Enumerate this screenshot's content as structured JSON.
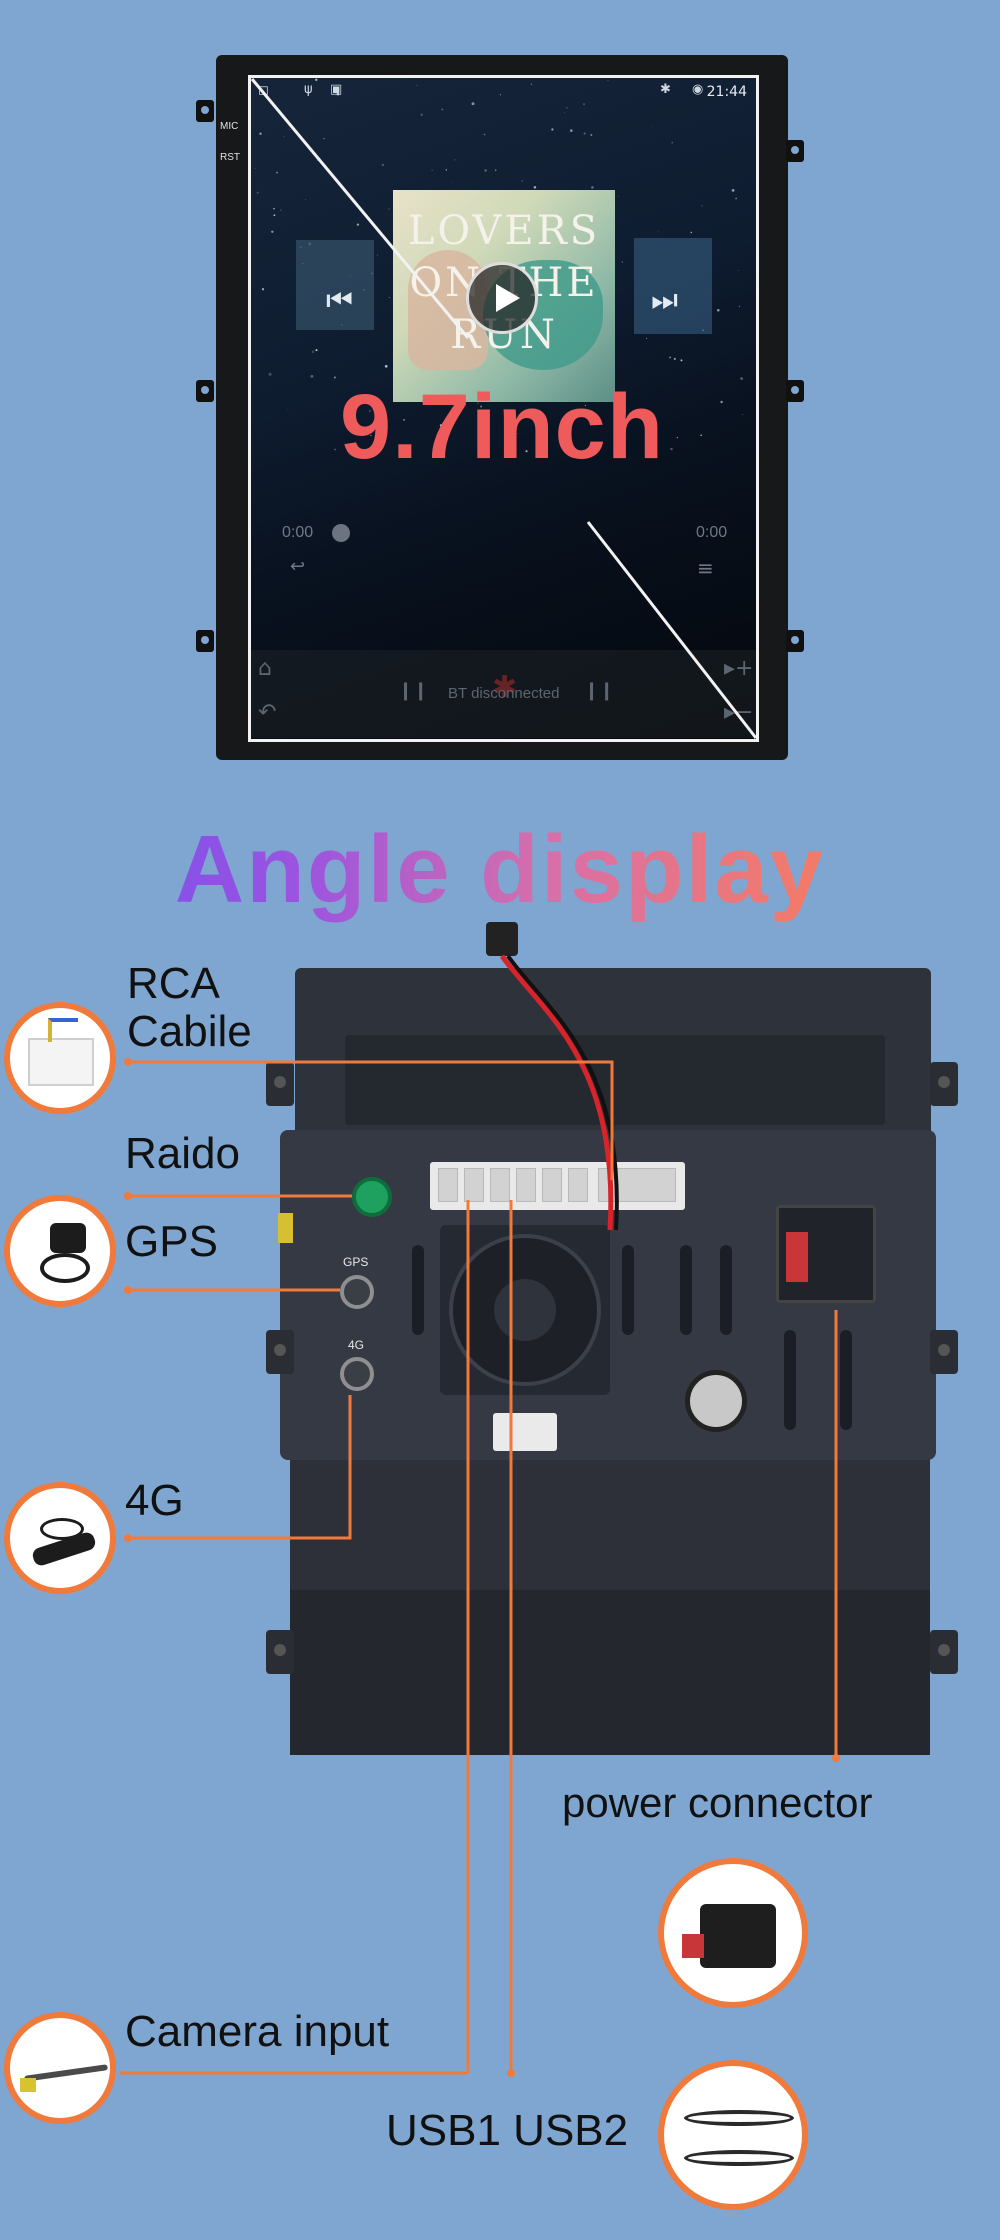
{
  "status_bar": {
    "time": "21:44"
  },
  "side_labels": {
    "mic": "MIC",
    "rst": "RST"
  },
  "player": {
    "album_lines": [
      "LOVERS",
      "ON THE",
      "RUN"
    ],
    "elapsed": "0:00",
    "duration": "0:00",
    "bt_status": "BT disconnected"
  },
  "screen_size_label": "9.7inch",
  "heading": "Angle display",
  "port_labels": {
    "gps": "GPS",
    "four_g": "4G"
  },
  "callouts": {
    "rca": [
      "RCA",
      "Cabile"
    ],
    "radio": "Raido",
    "gps": "GPS",
    "four_g": "4G",
    "power": "power connector",
    "camera": "Camera input",
    "usb": "USB1 USB2"
  },
  "colors": {
    "background": "#7fa6d1",
    "callout_line": "#f07a3c",
    "size_label": "#ef5a5a",
    "heading_gradient": [
      "#6b4df3",
      "#d86fa8",
      "#f07a3c"
    ]
  },
  "icons": [
    "cast-icon",
    "usb-icon",
    "image-icon",
    "bluetooth-icon",
    "location-icon",
    "prev-icon",
    "play-icon",
    "next-icon",
    "repeat-icon",
    "playlist-icon",
    "home-icon",
    "back-icon",
    "volume-up-icon",
    "volume-down-icon"
  ]
}
